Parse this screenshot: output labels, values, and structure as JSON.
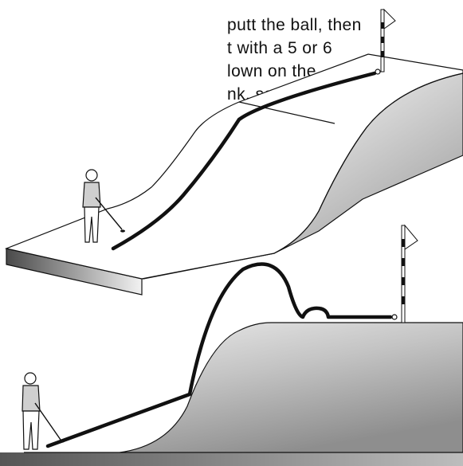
{
  "caption": {
    "lines": [
      "putt the ball, then",
      "t with a 5 or 6",
      "lown on the",
      "nk, so it"
    ]
  },
  "colors": {
    "ink": "#111111",
    "slope_light": "#f4f4f4",
    "slope_dark": "#8a8a8a",
    "ground_dark": "#5a5a5a"
  },
  "icons": {
    "flag_top": "pin-flag-icon",
    "flag_bottom": "pin-flag-icon",
    "golfer_top": "golfer-figure-icon",
    "golfer_bottom": "golfer-figure-icon"
  }
}
